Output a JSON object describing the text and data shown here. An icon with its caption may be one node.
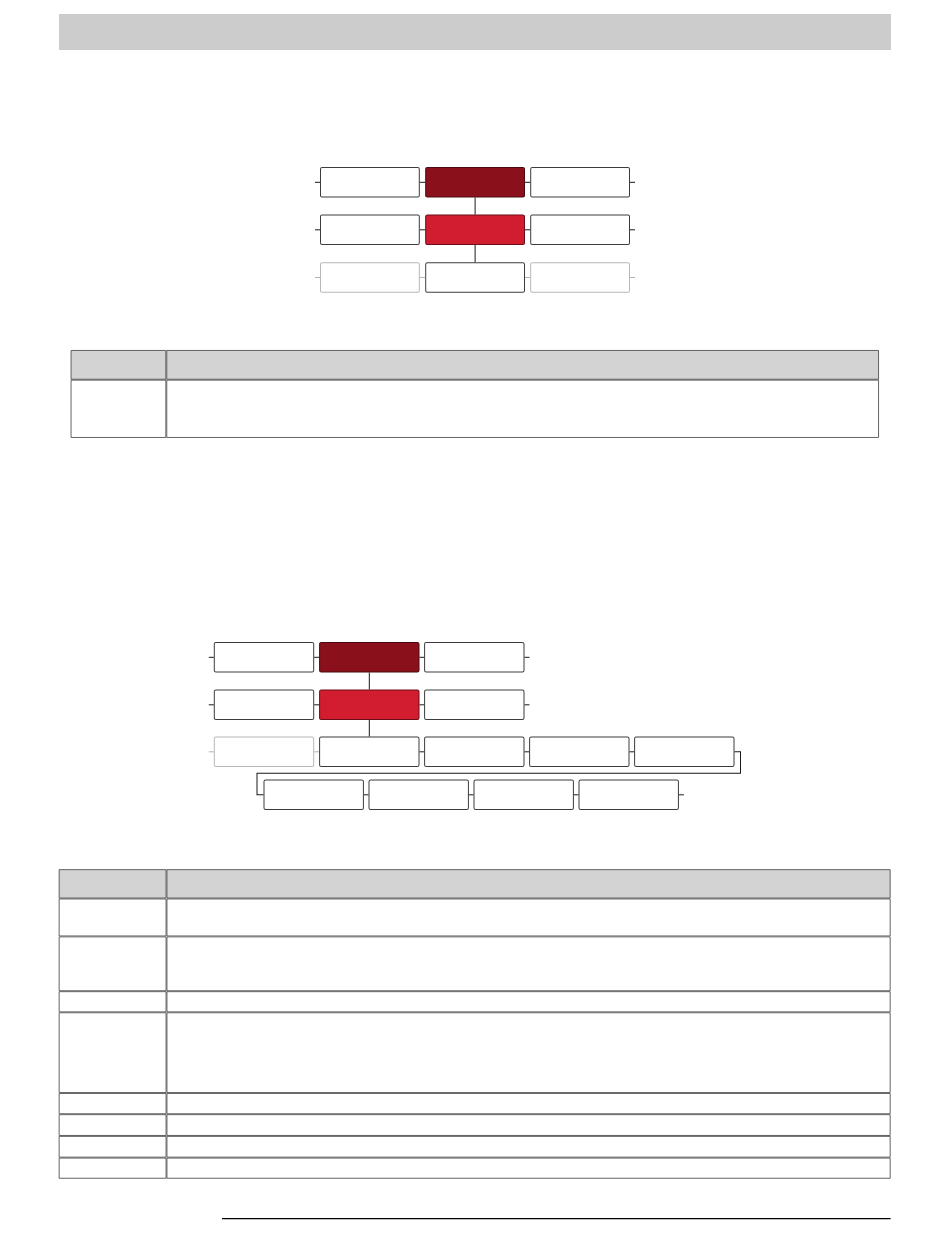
{
  "diagram": {
    "nodes": [
      {
        "text": [],
        "shape": "box"
      },
      {
        "text": [],
        "shape": "box"
      },
      {
        "text": [],
        "shape": "box"
      },
      {
        "text": [],
        "shape": "box"
      },
      {
        "text": [],
        "shape": "box"
      },
      {
        "text": [],
        "shape": "box"
      },
      {
        "text": [],
        "shape": "box"
      },
      {
        "text": [],
        "shape": "box"
      },
      {
        "text": [],
        "shape": "box"
      },
      {
        "text": [],
        "shape": "box"
      },
      {
        "text": [],
        "shape": "box"
      },
      {
        "text": [],
        "shape": "box"
      },
      {
        "text": [],
        "shape": "box"
      },
      {
        "text": [],
        "shape": "box"
      },
      {
        "text": [],
        "shape": "box"
      },
      {
        "text": [],
        "shape": "box"
      },
      {
        "text": [],
        "shape": "box"
      },
      {
        "text": [],
        "shape": "box"
      },
      {
        "text": [],
        "shape": "box"
      },
      {
        "text": [],
        "shape": "box"
      },
      {
        "text": [],
        "shape": "box"
      },
      {
        "text": [],
        "shape": "box"
      },
      {
        "text": [],
        "shape": "box"
      },
      {
        "text": [],
        "shape": "box"
      }
    ],
    "edges": [
      {
        "from": null,
        "to": 0,
        "arrow": "none"
      },
      {
        "from": 0,
        "to": 1,
        "arrow": "none"
      },
      {
        "from": 1,
        "to": 2,
        "arrow": "none"
      },
      {
        "from": 2,
        "to": null,
        "arrow": "none"
      },
      {
        "from": 1,
        "to": 4,
        "arrow": "none"
      },
      {
        "from": null,
        "to": 3,
        "arrow": "none"
      },
      {
        "from": 3,
        "to": 4,
        "arrow": "none"
      },
      {
        "from": 4,
        "to": 5,
        "arrow": "none"
      },
      {
        "from": 5,
        "to": null,
        "arrow": "none"
      },
      {
        "from": 4,
        "to": 7,
        "arrow": "none"
      },
      {
        "from": null,
        "to": 6,
        "arrow": "none",
        "color": "#b3b3b3"
      },
      {
        "from": 6,
        "to": 7,
        "arrow": "none",
        "color": "#b3b3b3"
      },
      {
        "from": 7,
        "to": 8,
        "arrow": "none",
        "color": "#b3b3b3"
      },
      {
        "from": 8,
        "to": null,
        "arrow": "none",
        "color": "#b3b3b3"
      },
      {
        "from": null,
        "to": 9,
        "arrow": "none"
      },
      {
        "from": 9,
        "to": 10,
        "arrow": "none"
      },
      {
        "from": 10,
        "to": 11,
        "arrow": "none"
      },
      {
        "from": 11,
        "to": null,
        "arrow": "none"
      },
      {
        "from": 10,
        "to": 13,
        "arrow": "none"
      },
      {
        "from": null,
        "to": 12,
        "arrow": "none"
      },
      {
        "from": 12,
        "to": 13,
        "arrow": "none"
      },
      {
        "from": 13,
        "to": 14,
        "arrow": "none"
      },
      {
        "from": 14,
        "to": null,
        "arrow": "none"
      },
      {
        "from": 13,
        "to": 16,
        "arrow": "none"
      },
      {
        "from": null,
        "to": 15,
        "arrow": "none",
        "color": "#b3b3b3"
      },
      {
        "from": 15,
        "to": 16,
        "arrow": "none",
        "color": "#b3b3b3"
      },
      {
        "from": 16,
        "to": 17,
        "arrow": "none"
      },
      {
        "from": 17,
        "to": 18,
        "arrow": "none"
      },
      {
        "from": 18,
        "to": 19,
        "arrow": "none"
      },
      {
        "from": 19,
        "to": 20,
        "arrow": "none"
      },
      {
        "from": 20,
        "to": 21,
        "arrow": "none"
      },
      {
        "from": 21,
        "to": 22,
        "arrow": "none"
      },
      {
        "from": 22,
        "to": 23,
        "arrow": "none"
      },
      {
        "from": 23,
        "to": null,
        "arrow": "none"
      }
    ]
  }
}
